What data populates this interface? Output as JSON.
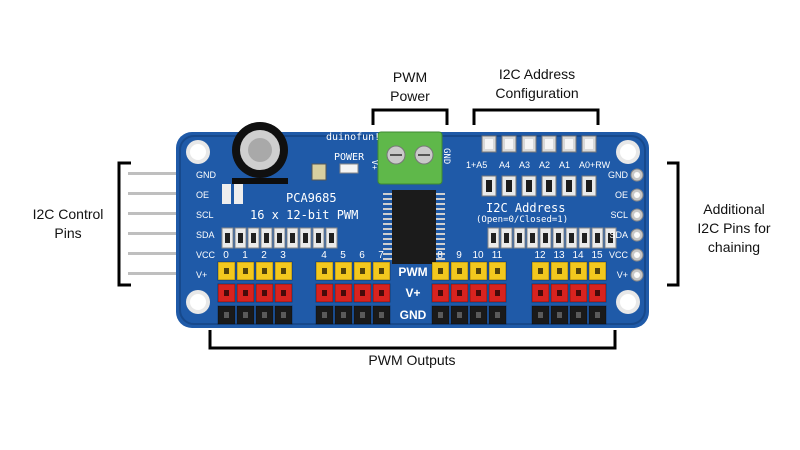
{
  "callouts": {
    "pwm_power": [
      "PWM",
      "Power"
    ],
    "i2c_address_config": [
      "I2C Address",
      "Configuration"
    ],
    "i2c_control_pins": [
      "I2C Control",
      "Pins"
    ],
    "additional_i2c": [
      "Additional",
      "I2C Pins for",
      "chaining"
    ],
    "pwm_outputs": [
      "PWM Outputs"
    ]
  },
  "board": {
    "brand": "duinofun!",
    "chip_name": "PCA9685",
    "chip_desc": "16 x 12-bit PWM",
    "power_label": "POWER",
    "power_terminal_labels": [
      "V+",
      "GND"
    ],
    "address_jumper_labels": [
      "1+A5",
      "A4",
      "A3",
      "A2",
      "A1",
      "A0+RW"
    ],
    "address_text": "I2C Address",
    "address_note": "(Open=0/Closed=1)",
    "left_pins": [
      "GND",
      "OE",
      "SCL",
      "SDA",
      "VCC",
      "V+"
    ],
    "right_pins": [
      "GND",
      "OE",
      "SCL",
      "SDA",
      "VCC",
      "V+"
    ],
    "channels": [
      "0",
      "1",
      "2",
      "3",
      "4",
      "5",
      "6",
      "7",
      "8",
      "9",
      "10",
      "11",
      "12",
      "13",
      "14",
      "15"
    ],
    "row_labels": [
      "PWM",
      "V+",
      "GND"
    ]
  },
  "colors": {
    "pcb": "#1f5aa8",
    "pcb_dark": "#17498c",
    "header_yellow": "#f2c81e",
    "header_red": "#d8231f",
    "header_black": "#1a1a1a",
    "terminal_green": "#5fb84a",
    "chip_black": "#1b1b1b",
    "silk": "#ffffff",
    "bracket": "#000000"
  }
}
